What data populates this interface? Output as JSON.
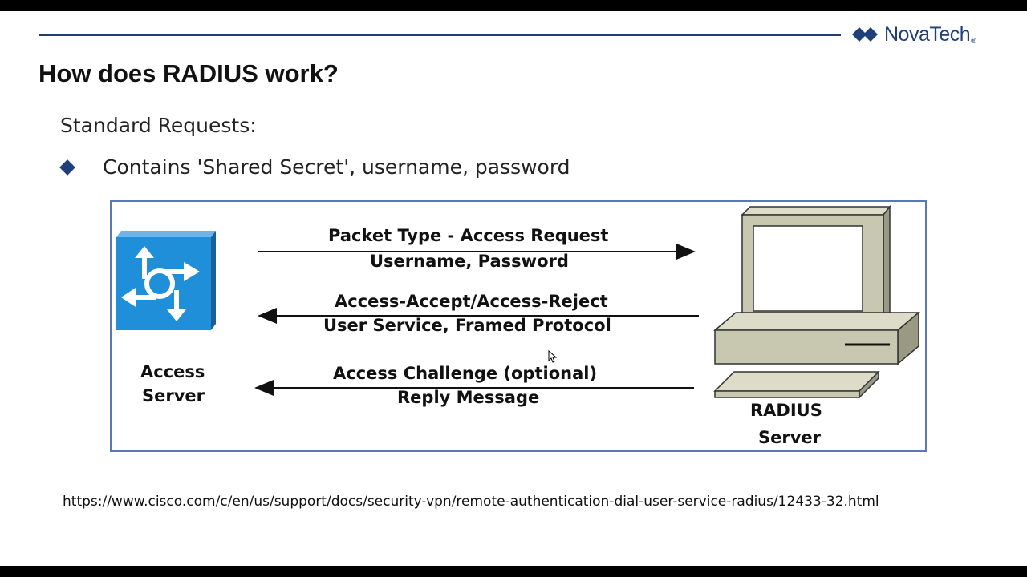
{
  "brand": {
    "name": "NovaTech",
    "registered": "®",
    "color": "#1f3f7a"
  },
  "slide": {
    "title": "How does RADIUS work?",
    "subheading": "Standard Requests:",
    "bullets": [
      "Contains 'Shared Secret', username, password"
    ]
  },
  "diagram": {
    "left_node": {
      "label_line1": "Access",
      "label_line2": "Server",
      "icon": "router-icon"
    },
    "right_node": {
      "label_line1": "RADIUS",
      "label_line2": "Server",
      "icon": "computer-icon"
    },
    "messages": [
      {
        "line1": "Packet Type - Access Request",
        "line2": "Username, Password",
        "direction": "to-right"
      },
      {
        "line1": "Access-Accept/Access-Reject",
        "line2": "User Service, Framed Protocol",
        "direction": "to-left"
      },
      {
        "line1": "Access Challenge (optional)",
        "line2": "Reply Message",
        "direction": "to-left"
      }
    ]
  },
  "source_url": "https://www.cisco.com/c/en/us/support/docs/security-vpn/remote-authentication-dial-user-service-radius/12433-32.html"
}
